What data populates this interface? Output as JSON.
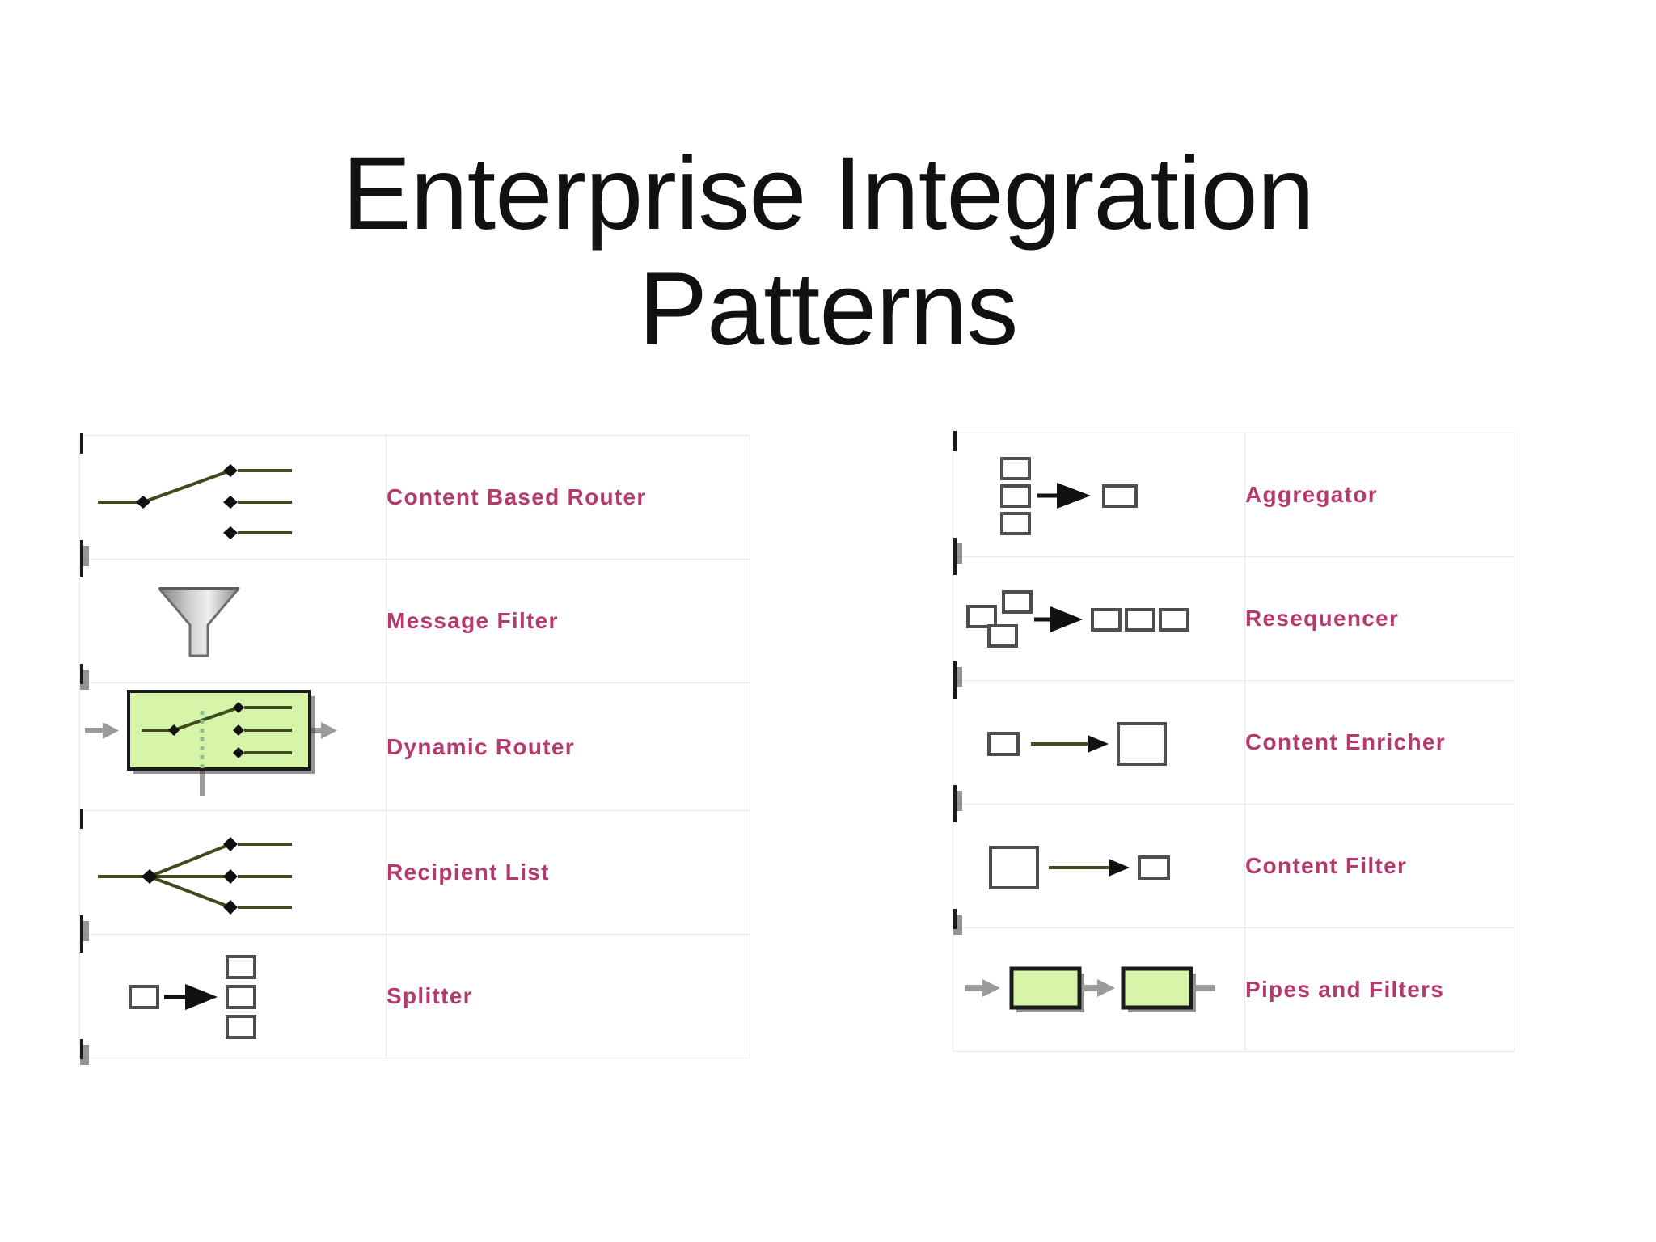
{
  "slide": {
    "title_line1": "Enterprise Integration",
    "title_line2": "Patterns",
    "title_color": "#111111",
    "background_color": "#ffffff",
    "label_color": "#b43a6e",
    "panel_fill_color": "#d6f5a8",
    "panel_border_color": "#1b1b1b",
    "table_border_color": "#e9e9e9",
    "arrow_grey_color": "#9b9b9b"
  },
  "left_table": {
    "rows": [
      {
        "label": "Content Based Router",
        "icon": "content-based-router-icon"
      },
      {
        "label": "Message Filter",
        "icon": "message-filter-funnel-icon"
      },
      {
        "label": "Dynamic Router",
        "icon": "dynamic-router-icon"
      },
      {
        "label": "Recipient List",
        "icon": "recipient-list-icon"
      },
      {
        "label": "Splitter",
        "icon": "splitter-icon"
      }
    ]
  },
  "right_table": {
    "rows": [
      {
        "label": "Aggregator",
        "icon": "aggregator-icon"
      },
      {
        "label": "Resequencer",
        "icon": "resequencer-icon"
      },
      {
        "label": "Content Enricher",
        "icon": "content-enricher-icon"
      },
      {
        "label": "Content Filter",
        "icon": "content-filter-icon"
      },
      {
        "label": "Pipes and Filters",
        "icon": "pipes-and-filters-icon"
      }
    ]
  }
}
